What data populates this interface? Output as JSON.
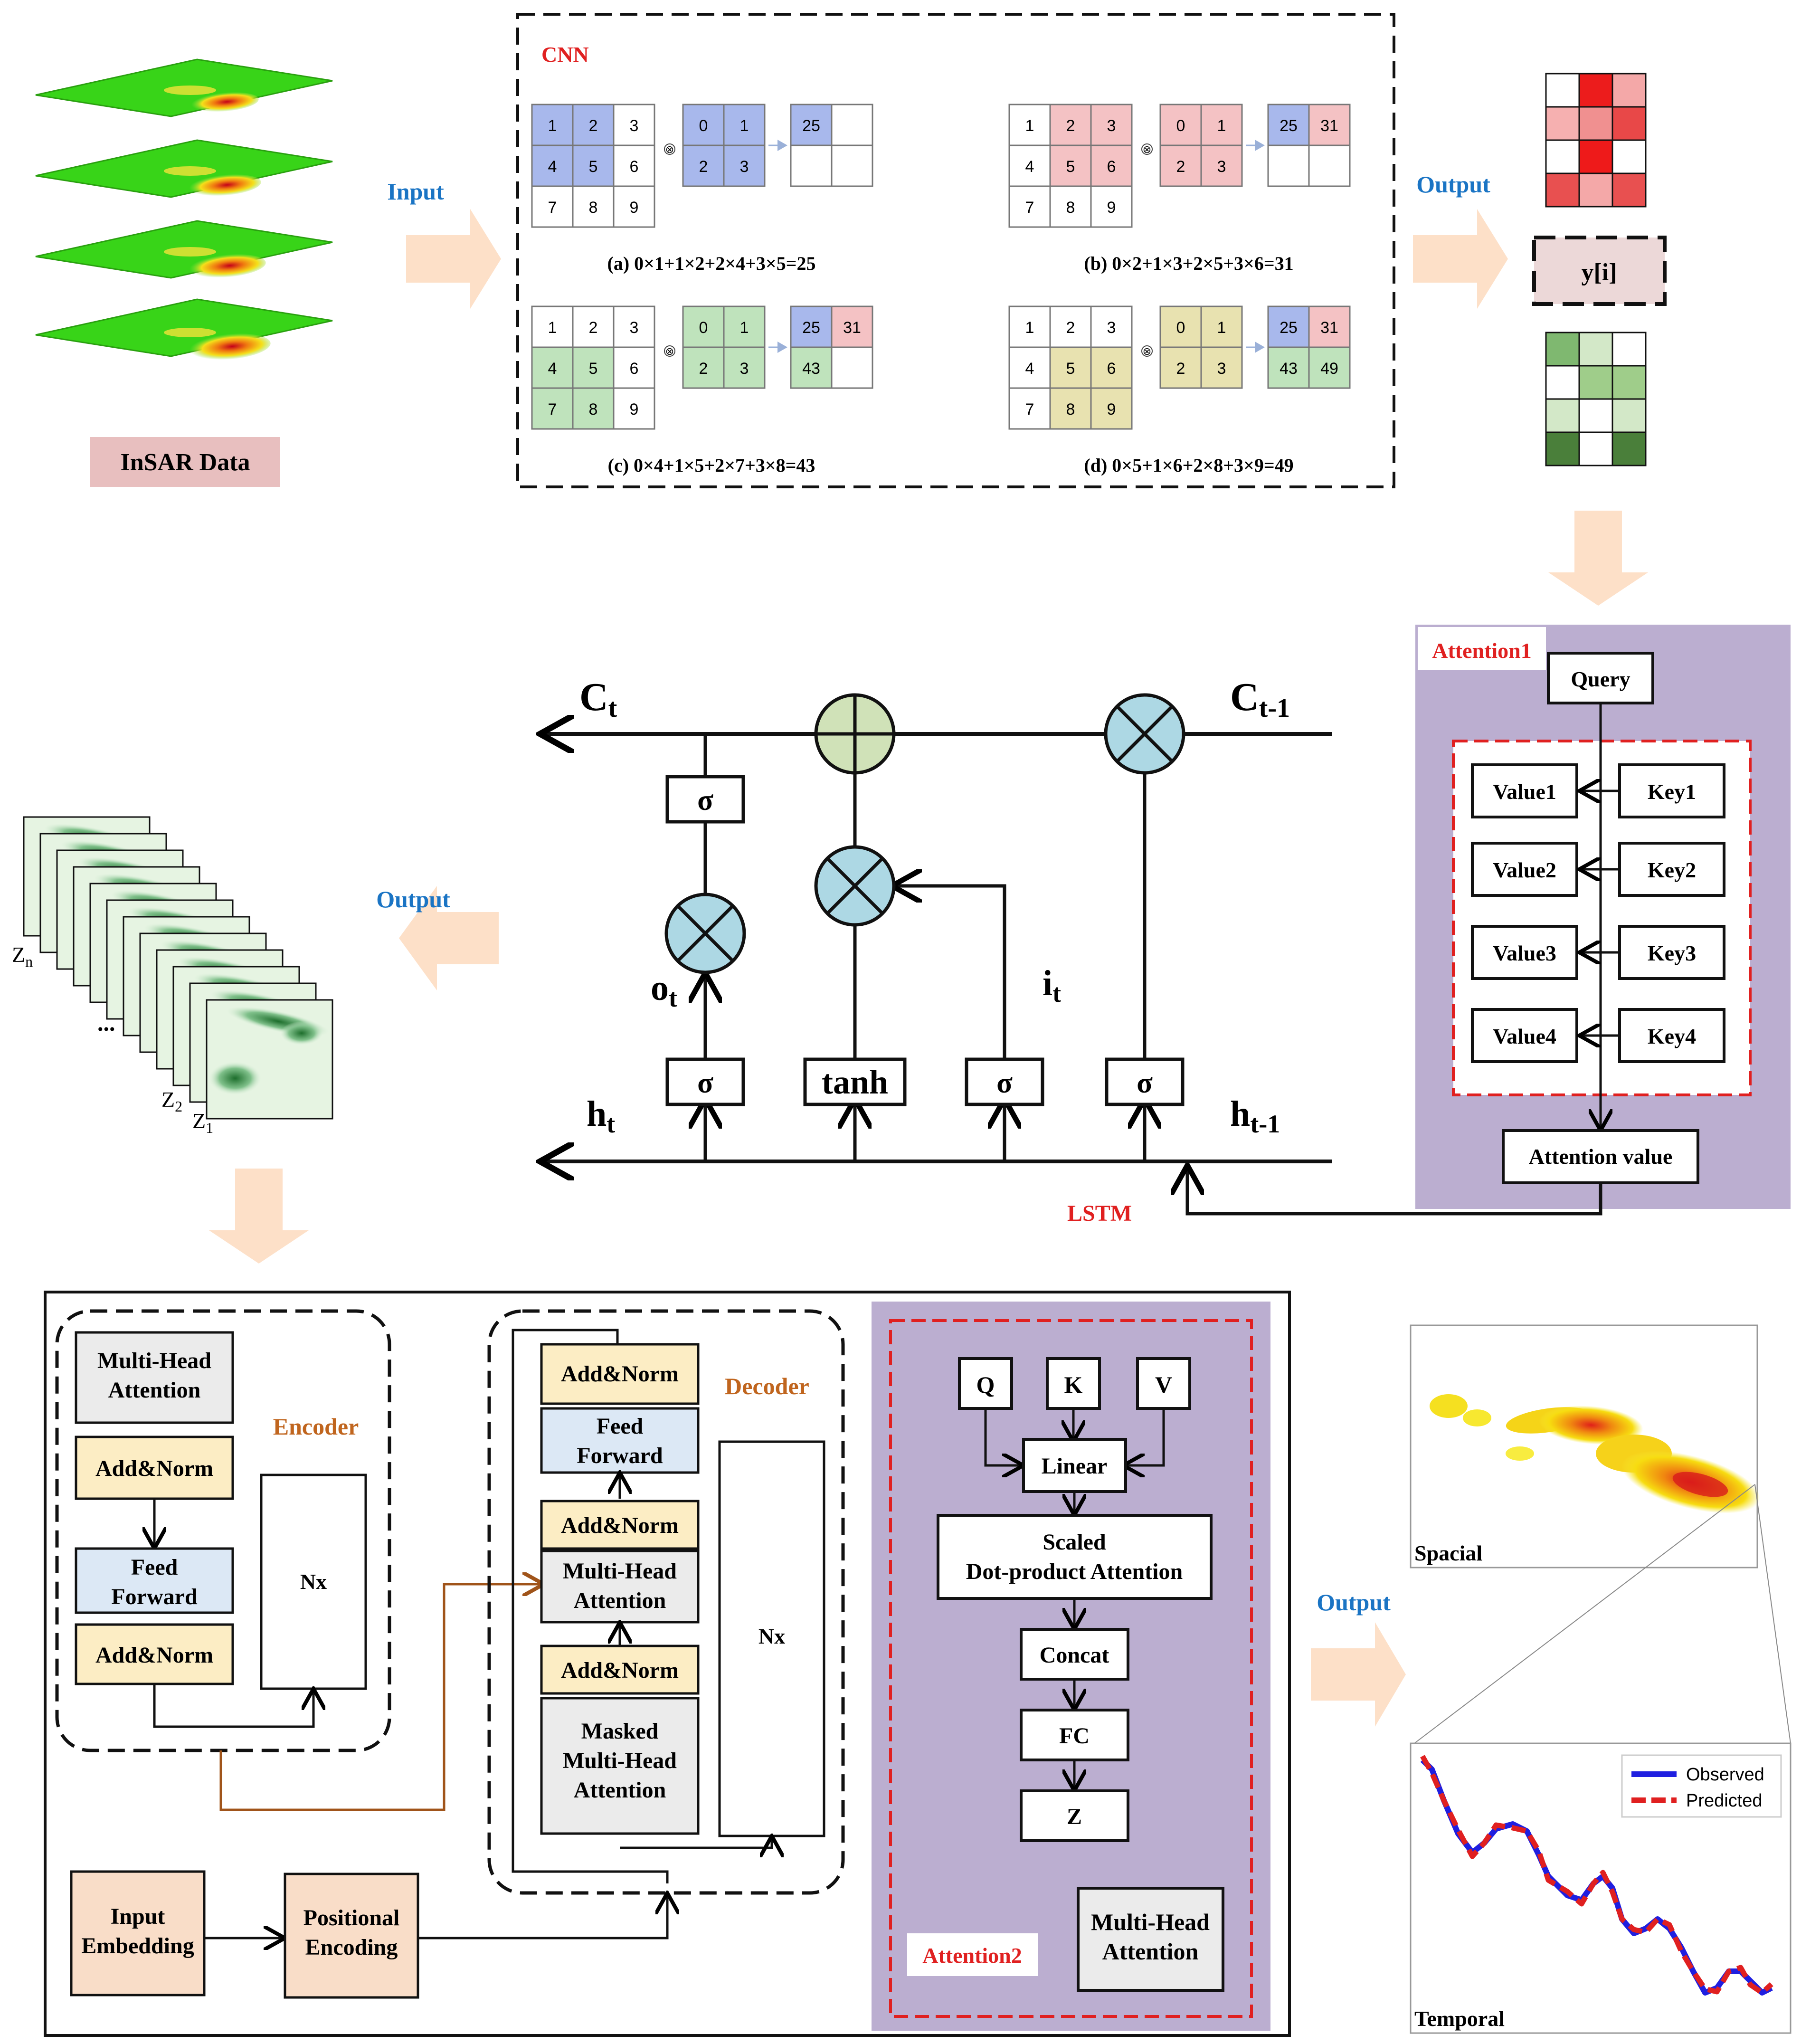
{
  "insar": {
    "label": "InSAR Data"
  },
  "arrows": {
    "input": "Input",
    "output_top": "Output",
    "output_mid": "Output",
    "output_bottom": "Output"
  },
  "cnn": {
    "title": "CNN",
    "panels": [
      {
        "input": [
          "1",
          "2",
          "3",
          "4",
          "5",
          "6",
          "7",
          "8",
          "9"
        ],
        "kernel": [
          "0",
          "1",
          "2",
          "3"
        ],
        "result": [
          "25",
          "",
          "",
          ""
        ],
        "equation": "(a) 0×1+1×2+2×4+3×5=25"
      },
      {
        "input": [
          "1",
          "2",
          "3",
          "4",
          "5",
          "6",
          "7",
          "8",
          "9"
        ],
        "kernel": [
          "0",
          "1",
          "2",
          "3"
        ],
        "result": [
          "25",
          "31",
          "",
          ""
        ],
        "equation": "(b) 0×2+1×3+2×5+3×6=31"
      },
      {
        "input": [
          "1",
          "2",
          "3",
          "4",
          "5",
          "6",
          "7",
          "8",
          "9"
        ],
        "kernel": [
          "0",
          "1",
          "2",
          "3"
        ],
        "result": [
          "25",
          "31",
          "43",
          ""
        ],
        "equation": "(c) 0×4+1×5+2×7+3×8=43"
      },
      {
        "input": [
          "1",
          "2",
          "3",
          "4",
          "5",
          "6",
          "7",
          "8",
          "9"
        ],
        "kernel": [
          "0",
          "1",
          "2",
          "3"
        ],
        "result": [
          "25",
          "31",
          "43",
          "49"
        ],
        "equation": "(d) 0×5+1×6+2×8+3×9=49"
      }
    ],
    "operator": "⊗"
  },
  "output_y": {
    "label": "y[i]"
  },
  "attention1": {
    "title": "Attention1",
    "query": "Query",
    "values": [
      "Value1",
      "Value2",
      "Value3",
      "Value4"
    ],
    "keys": [
      "Key1",
      "Key2",
      "Key3",
      "Key4"
    ],
    "attention_value": "Attention value"
  },
  "lstm": {
    "title": "LSTM",
    "c_t": "C",
    "c_t_sub": "t",
    "c_prev": "C",
    "c_prev_sub": "t-1",
    "h_t": "h",
    "h_t_sub": "t",
    "h_prev": "h",
    "h_prev_sub": "t-1",
    "o_t": "o",
    "o_t_sub": "t",
    "i_t": "i",
    "i_t_sub": "t",
    "sigma": "σ",
    "tanh": "tanh"
  },
  "z_stack": {
    "zn": "Z",
    "zn_sub": "n",
    "z2": "Z",
    "z2_sub": "2",
    "z1": "Z",
    "z1_sub": "1",
    "dots": "..."
  },
  "transformer": {
    "encoder_label": "Encoder",
    "decoder_label": "Decoder",
    "enc_mha": "Multi-Head Attention",
    "enc_addnorm1": "Add&Norm",
    "enc_ff": "Feed Forward",
    "enc_addnorm2": "Add&Norm",
    "enc_nx": "Nx",
    "dec_addnorm_top": "Add&Norm",
    "dec_ff": "Feed Forward",
    "dec_addnorm_mid": "Add&Norm",
    "dec_mha": "Multi-Head Attention",
    "dec_addnorm_low": "Add&Norm",
    "dec_masked": "Masked Multi-Head Attention",
    "dec_nx": "Nx",
    "input_embedding": "Input Embedding",
    "positional_encoding": "Positional Encoding"
  },
  "attention2": {
    "title": "Attention2",
    "q": "Q",
    "k": "K",
    "v": "V",
    "linear": "Linear",
    "scaled": "Scaled Dot-product Attention",
    "concat": "Concat",
    "fc": "FC",
    "z": "Z",
    "mha": "Multi-Head Attention"
  },
  "results": {
    "spatial": "Spacial",
    "temporal": "Temporal",
    "legend": [
      {
        "name": "Observed",
        "color": "#1f1fe0"
      },
      {
        "name": "Predicted",
        "color": "#e02020"
      }
    ]
  },
  "colors": {
    "arrow": "#fde0c8",
    "purple": "#bbaed0",
    "red": "#e02020",
    "blue_label": "#1a74c4",
    "brown": "#c0651e",
    "pink_box": "#e8bfbf"
  }
}
